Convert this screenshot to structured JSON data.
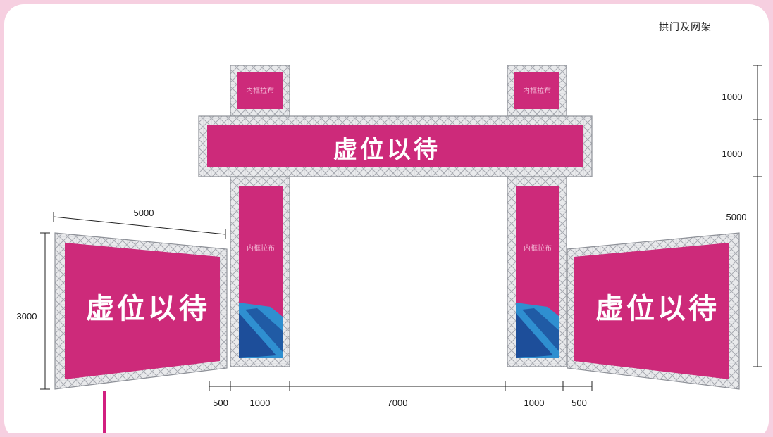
{
  "title": "拱门及网架",
  "banner_text": "虚位以待",
  "inner_cloth_label": "内框拉布",
  "colors": {
    "background_frame": "#f6cfe0",
    "page": "#ffffff",
    "banner": "#cd2a7a",
    "truss": "#b9bcc2",
    "accent_line": "#d21f80",
    "wave_light": "#2f8fd0",
    "wave_dark": "#1d4e9a"
  },
  "dimensions": {
    "top_box_height": "1000",
    "beam_height": "1000",
    "leg_height": "5000",
    "side_panel_width": "5000",
    "side_panel_height": "3000",
    "bottom_gap": "500",
    "pillar_width": "1000",
    "span_width": "7000"
  }
}
